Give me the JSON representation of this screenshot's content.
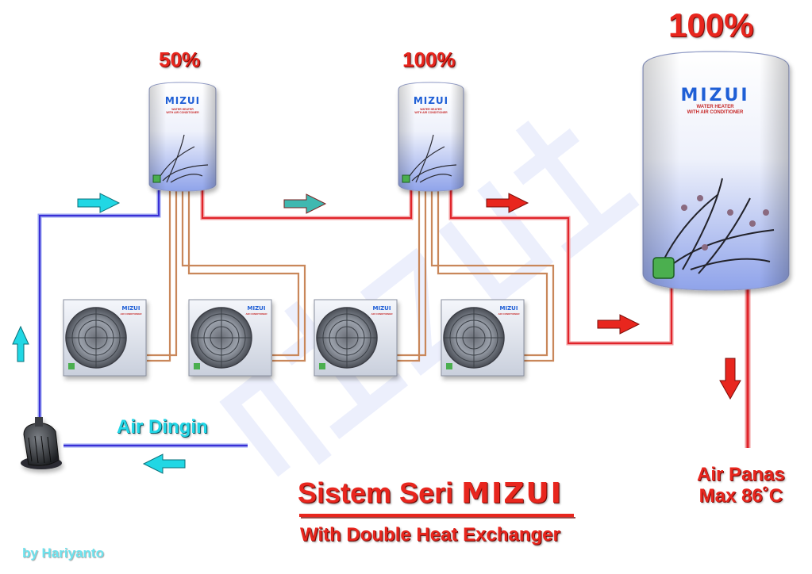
{
  "brand": {
    "name": "MIZUI",
    "tagline_1": "WATER HEATER",
    "tagline_2": "WITH AIR CONDITIONER",
    "unit_tag": "AIR CONDITIONER"
  },
  "tanks": [
    {
      "id": "tank-1",
      "percent": "50%"
    },
    {
      "id": "tank-2",
      "percent": "100%"
    },
    {
      "id": "tank-3",
      "percent": "100%"
    }
  ],
  "labels": {
    "cold_water": "Air Dingin",
    "hot_water_line1": "Air Panas",
    "hot_water_line2": "Max 86˚C"
  },
  "title": {
    "main": "Sistem Seri",
    "brand_mark": "MIZUI",
    "subtitle": "With Double Heat Exchanger"
  },
  "credit": "by Hariyanto",
  "colors": {
    "cold_pipe": "#3a2fd6",
    "hot_pipe": "#e0242a",
    "refrigerant_pipe": "#c9875a",
    "arrow_cyan": "#21d7e4",
    "arrow_red": "#e8261e",
    "watermark": "#dde3fb"
  }
}
